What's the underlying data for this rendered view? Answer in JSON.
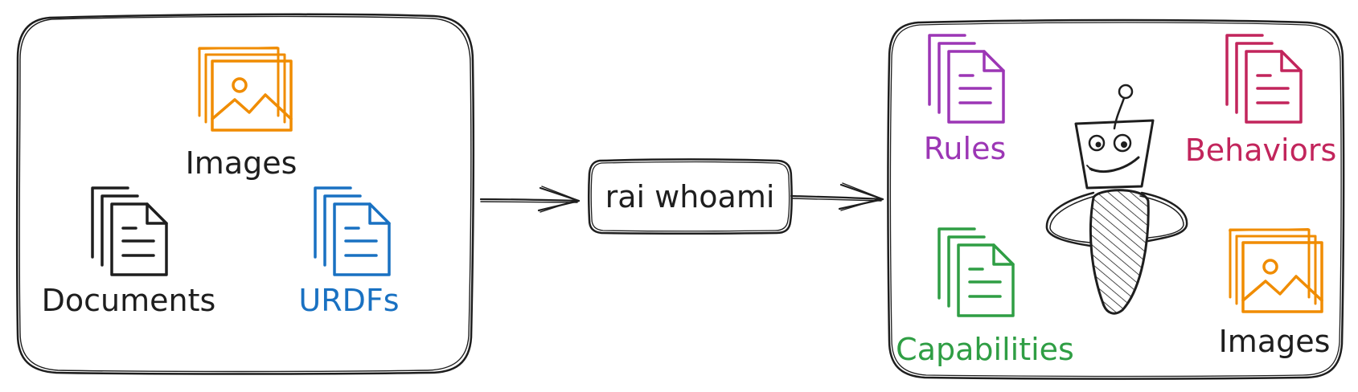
{
  "colors": {
    "ink": "#1e1e1e",
    "images": "#f08c00",
    "urdfs": "#1971c2",
    "rules": "#9c36b5",
    "behaviors": "#c2255c",
    "capabilities": "#2f9e44"
  },
  "inputs": {
    "images_label": "Images",
    "documents_label": "Documents",
    "urdfs_label": "URDFs"
  },
  "process": {
    "command_label": "rai whoami"
  },
  "outputs": {
    "rules_label": "Rules",
    "behaviors_label": "Behaviors",
    "capabilities_label": "Capabilities",
    "images_label": "Images"
  }
}
